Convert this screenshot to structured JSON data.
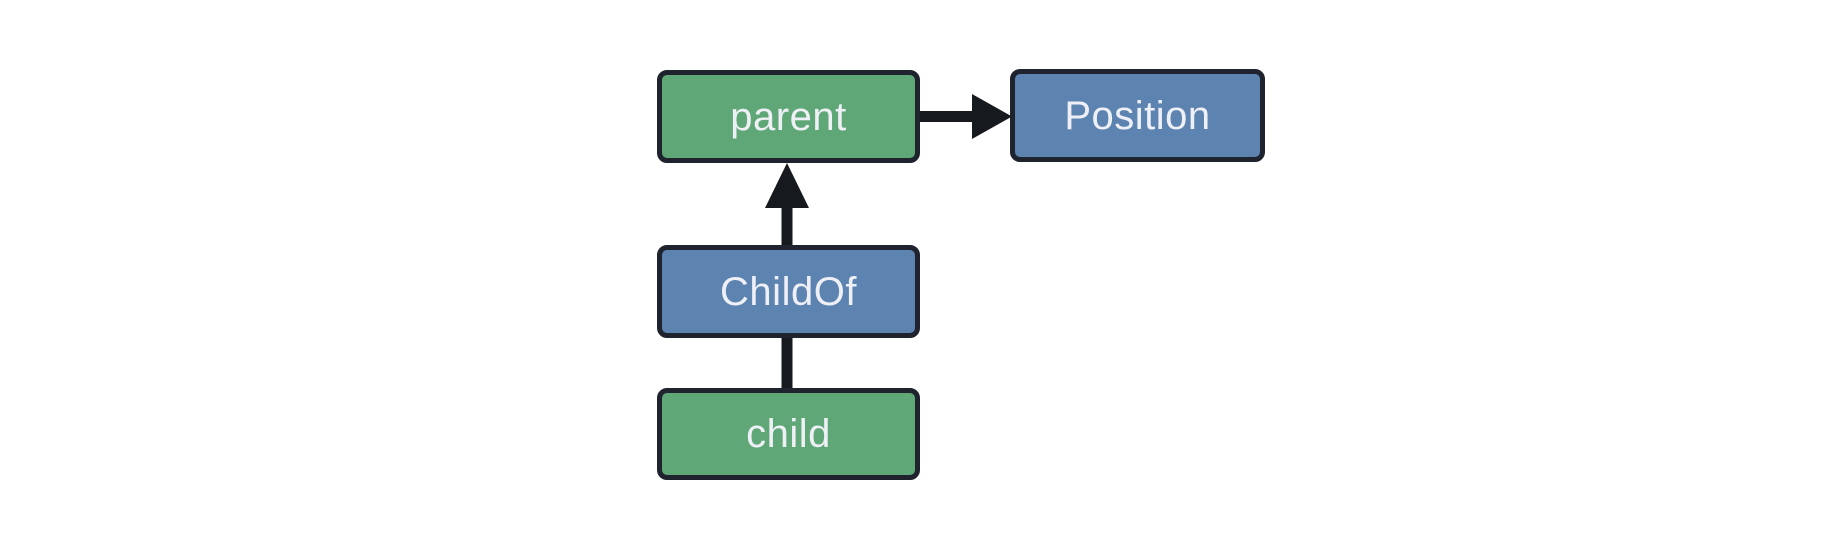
{
  "diagram": {
    "kind": "entity-relationship-graph",
    "nodes": [
      {
        "id": "parent",
        "label": "parent",
        "role": "entity",
        "fill": "entity-green"
      },
      {
        "id": "position",
        "label": "Position",
        "role": "component",
        "fill": "relation-blue"
      },
      {
        "id": "childof",
        "label": "ChildOf",
        "role": "relationship",
        "fill": "relation-blue"
      },
      {
        "id": "child",
        "label": "child",
        "role": "entity",
        "fill": "entity-green"
      }
    ],
    "edges": [
      {
        "from": "parent",
        "to": "Position",
        "arrowhead": "right"
      },
      {
        "from": "ChildOf",
        "to": "parent",
        "arrowhead": "up"
      },
      {
        "from": "child",
        "to": "ChildOf",
        "arrowhead": "none"
      }
    ]
  },
  "colors": {
    "background": "#ffffff",
    "entity-green": "#5fa777",
    "relation-blue": "#5d83b0",
    "node-border": "#1e232d",
    "edge": "#16191e",
    "label-text": "#eef0f6"
  }
}
